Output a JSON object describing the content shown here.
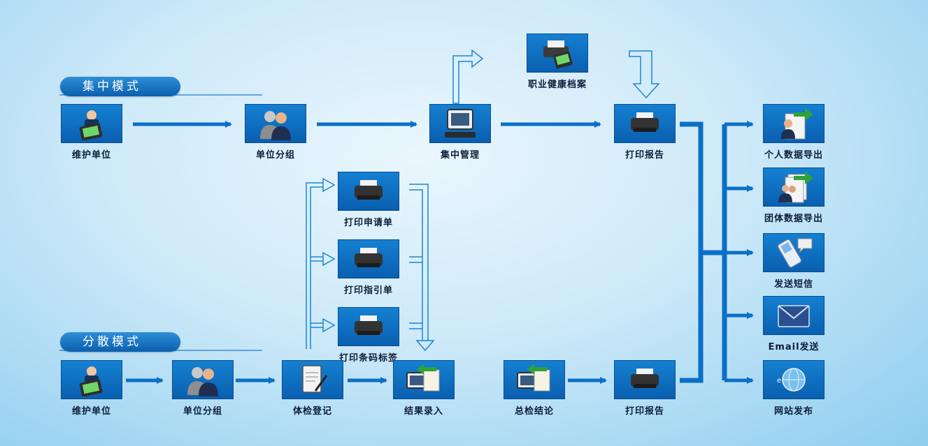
{
  "modes": {
    "centralized": "集中模式",
    "distributed": "分散模式"
  },
  "nodes": {
    "c_maintain": {
      "label": "维护单位",
      "icon": "pda-user-icon"
    },
    "c_group": {
      "label": "单位分组",
      "icon": "group-people-icon"
    },
    "c_manage": {
      "label": "集中管理",
      "icon": "computer-icon"
    },
    "c_health_file": {
      "label": "职业健康档案",
      "icon": "printer-pda-icon"
    },
    "c_print_report": {
      "label": "打印报告",
      "icon": "printer-icon"
    },
    "print_request": {
      "label": "打印申请单",
      "icon": "printer-icon"
    },
    "print_guide": {
      "label": "打印指引单",
      "icon": "printer-icon"
    },
    "print_barcode": {
      "label": "打印条码标签",
      "icon": "printer-icon"
    },
    "d_maintain": {
      "label": "维护单位",
      "icon": "pda-user-icon"
    },
    "d_group": {
      "label": "单位分组",
      "icon": "group-people-icon"
    },
    "d_register": {
      "label": "体检登记",
      "icon": "clipboard-icon"
    },
    "d_result": {
      "label": "结果录入",
      "icon": "computer-import-icon"
    },
    "d_conclusion": {
      "label": "总检结论",
      "icon": "computer-import-icon"
    },
    "d_print_report": {
      "label": "打印报告",
      "icon": "printer-icon"
    },
    "out_personal": {
      "label": "个人数据导出",
      "icon": "person-export-icon"
    },
    "out_group": {
      "label": "团体数据导出",
      "icon": "group-export-icon"
    },
    "out_sms": {
      "label": "发送短信",
      "icon": "phone-icon"
    },
    "out_email": {
      "label": "Email发送",
      "icon": "envelope-icon"
    },
    "out_web": {
      "label": "网站发布",
      "icon": "globe-icon"
    }
  },
  "colors": {
    "arrow": "#0a6fc6",
    "tile": "#0f74c8",
    "outline_arrow": "#1a86d6"
  }
}
